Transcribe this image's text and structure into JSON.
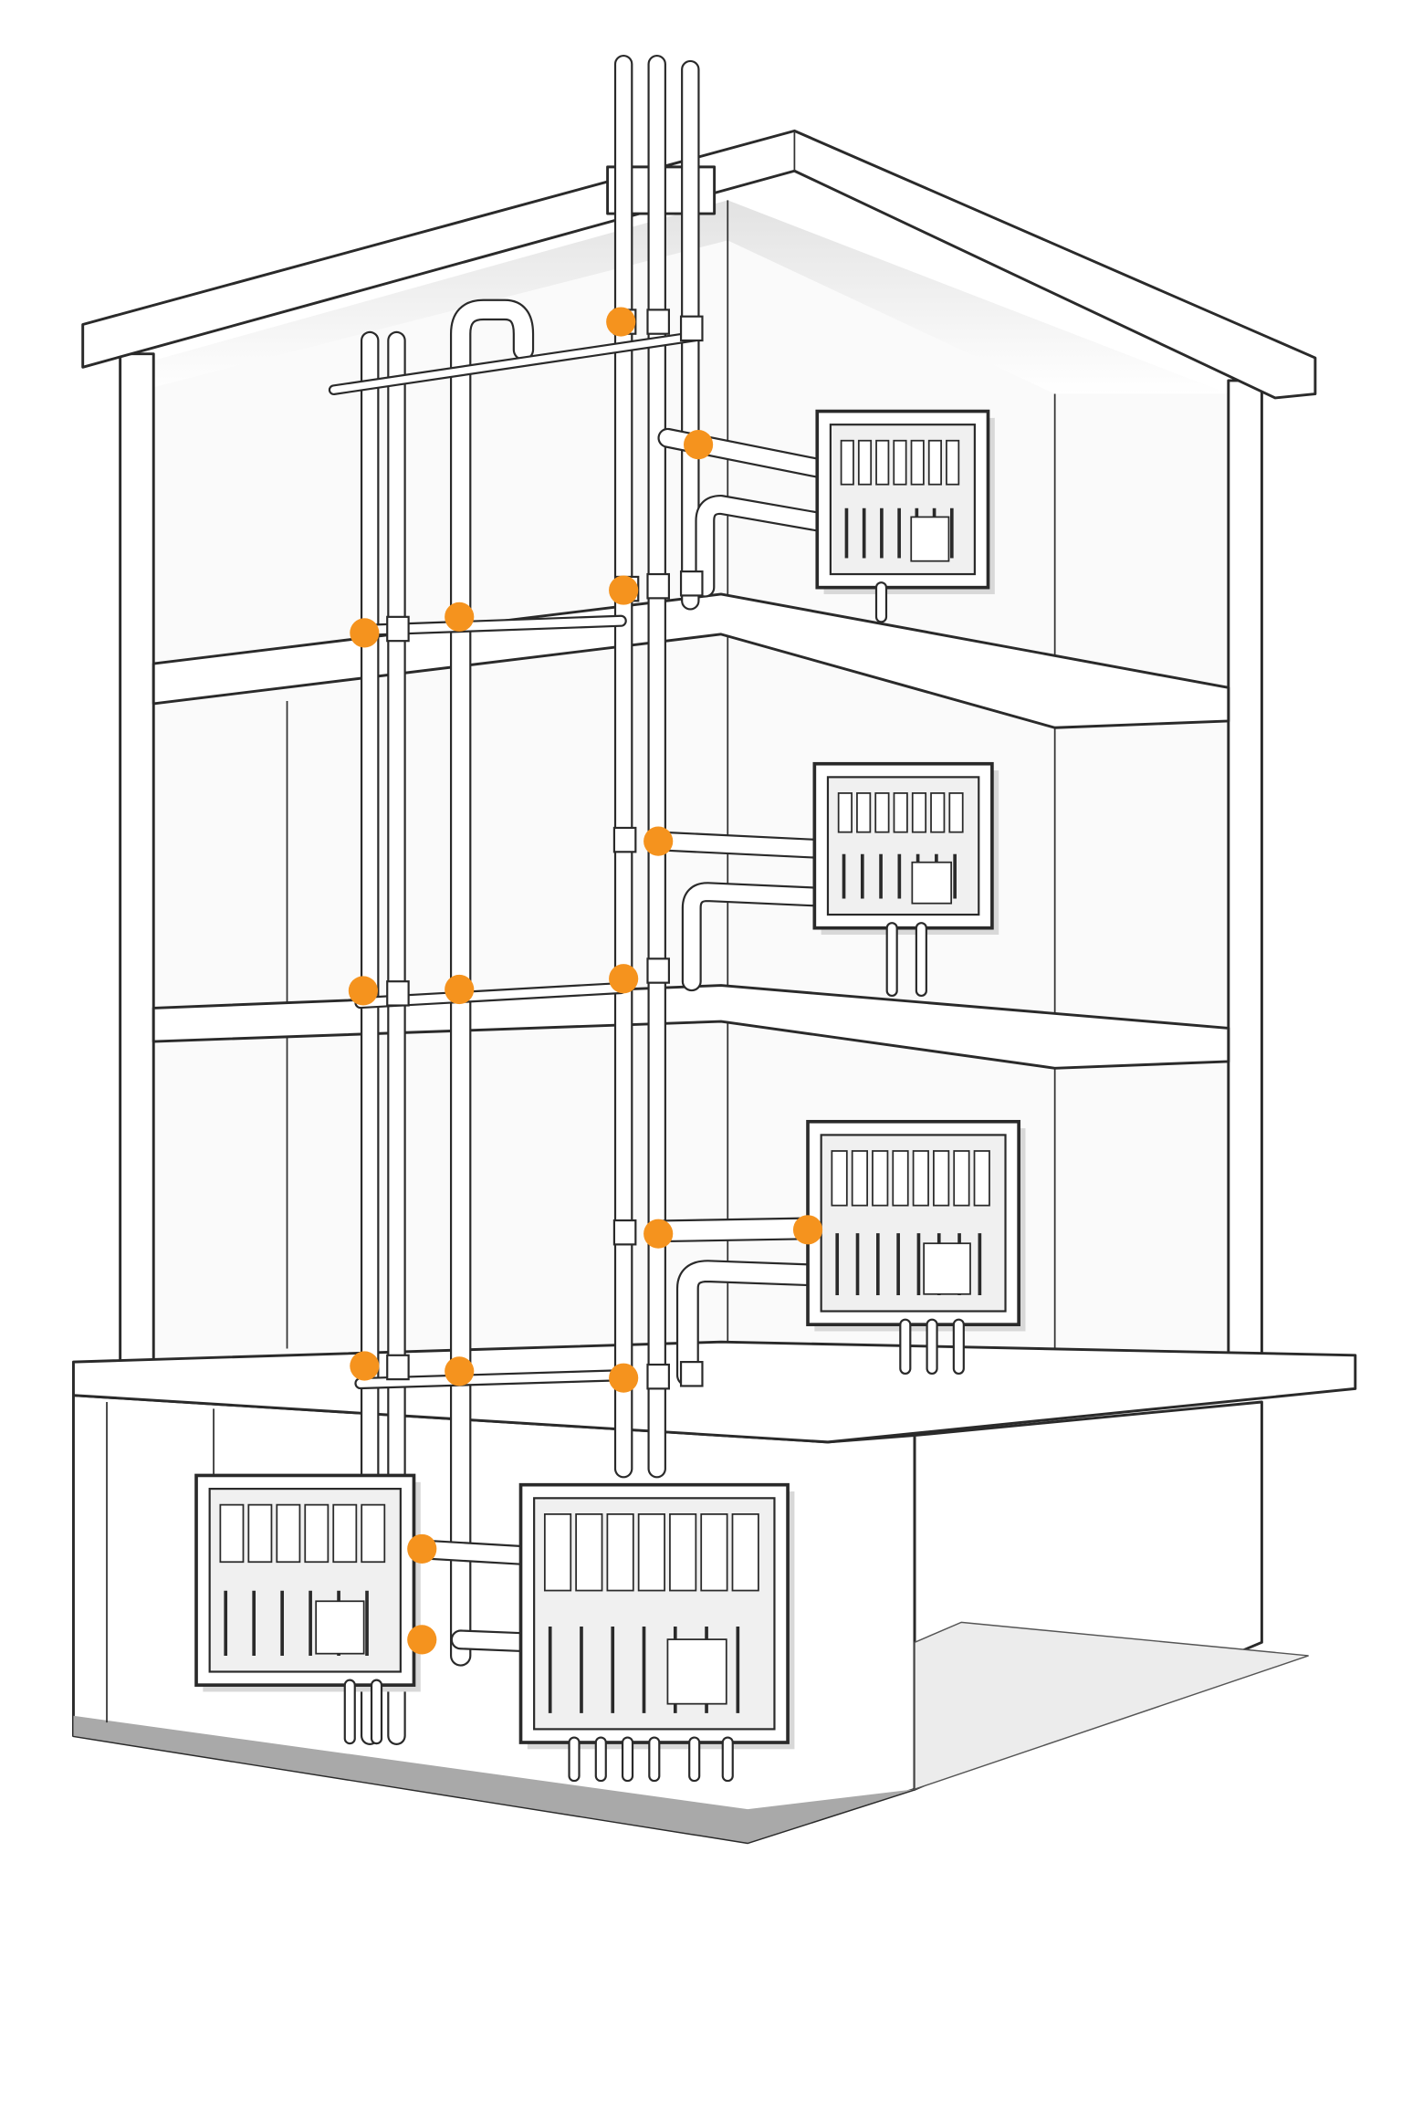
{
  "diagram": {
    "colors": {
      "line": "#2a2a2a",
      "surface": "#ffffff",
      "shade": "#e6e6e6",
      "dark_shade": "#b8b8b8",
      "junction_marker": "#F5931E"
    },
    "components": {
      "floors_above_ground": 3,
      "basement_levels": 1,
      "floor_distribution_panels": 3,
      "basement_panels": 2,
      "junction_markers": 16
    }
  }
}
